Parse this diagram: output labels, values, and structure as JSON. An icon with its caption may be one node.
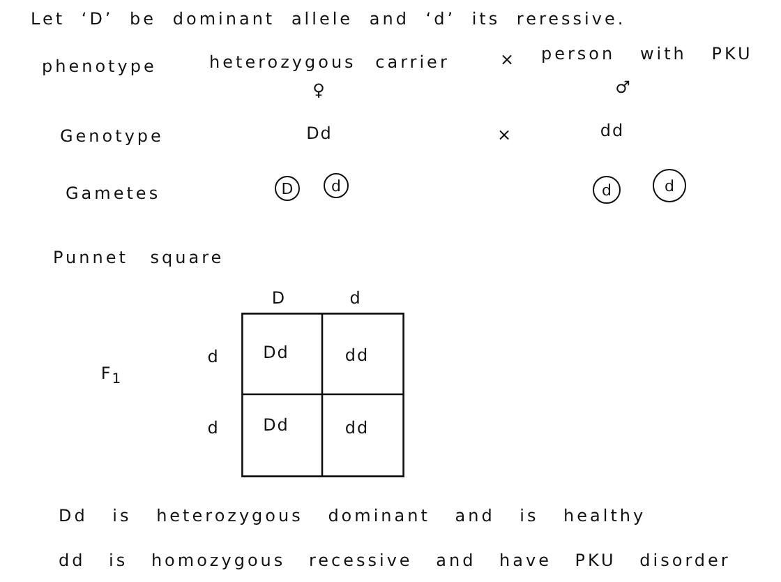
{
  "diagram": {
    "nodes": [
      {
        "text": [
          "D"
        ]
      },
      {
        "text": [
          "d"
        ]
      },
      {
        "text": [
          "d"
        ]
      },
      {
        "text": [
          "d"
        ]
      }
    ],
    "labels": [
      "Let ‘D’ be dominant allele and ‘d’ its reressive.",
      "phenotype",
      "heterozygous carrier",
      "×",
      "person with PKU",
      "♀",
      "♂",
      "Genotype",
      "Dd",
      "×",
      "dd",
      "Gametes",
      "Punnet square",
      "D",
      "d",
      "d",
      "Dd",
      "dd",
      "F$_{1}$",
      "d",
      "Dd",
      "dd",
      "Dd is heterozygous dominant and is healthy",
      "dd is homozygous recessive and have PKU disorder"
    ]
  }
}
